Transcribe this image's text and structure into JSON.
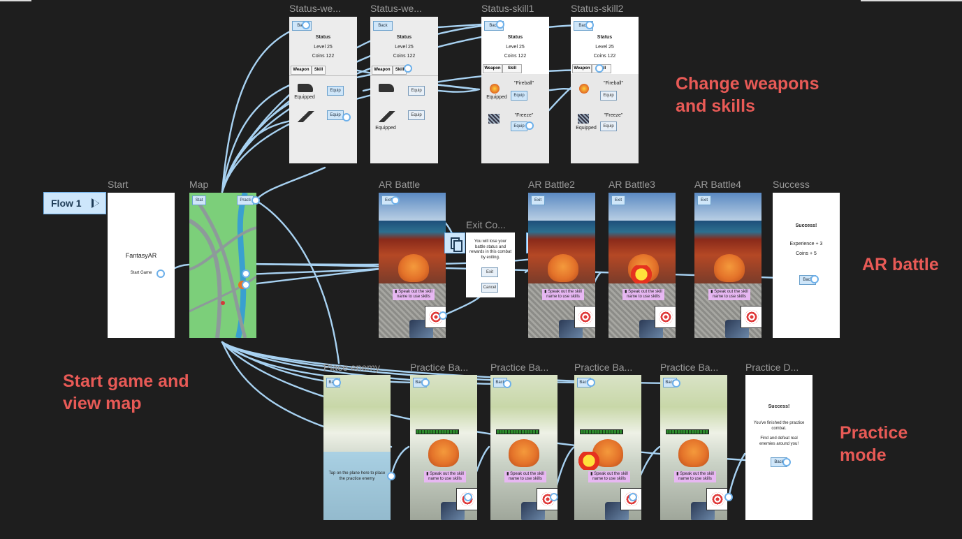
{
  "window": {
    "title": "FantasyAR prototype flow"
  },
  "flow": {
    "label": "Flow 1"
  },
  "frames": {
    "status_weapon1": {
      "label": "Status-we...",
      "btn": "Back",
      "heading": "Status",
      "level": "Level 25",
      "coins": "Coins 122",
      "tab1": "Weapon",
      "tab2": "Skill",
      "item1_caption": "Equipped",
      "item1_btn": "Equip",
      "item2_btn": "Equip"
    },
    "status_weapon2": {
      "label": "Status-we...",
      "btn": "Back",
      "heading": "Status",
      "level": "Level 25",
      "coins": "Coins 122",
      "tab1": "Weapon",
      "tab2": "Skill",
      "item1_btn": "Equip",
      "item2_btn": "Equip",
      "item2_caption": "Equipped"
    },
    "status_skill1": {
      "label": "Status-skill1",
      "btn": "Back",
      "heading": "Status",
      "level": "Level 25",
      "coins": "Coins 122",
      "tab1": "Weapon",
      "tab2": "Skill",
      "skill1_name": "\"Fireball\"",
      "skill1_caption": "Equipped",
      "skill1_btn": "Equip",
      "skill2_name": "\"Freeze\"",
      "skill2_btn": "Equip"
    },
    "status_skill2": {
      "label": "Status-skill2",
      "btn": "Back",
      "heading": "Status",
      "level": "Level 25",
      "coins": "Coins 122",
      "tab1": "Weapon",
      "tab2": "Skill",
      "skill1_name": "\"Fireball\"",
      "skill1_btn": "Equip",
      "skill2_name": "\"Freeze\"",
      "skill2_caption": "Equipped",
      "skill2_btn": "Equip"
    },
    "start": {
      "label": "Start",
      "title": "FantasyAR",
      "btn": "Start Game"
    },
    "map": {
      "label": "Map",
      "btn_left": "Stat",
      "btn_right": "Practi"
    },
    "ar_battle": {
      "label": "AR Battle",
      "exit": "Exit",
      "speech": "Speak out the skill name to use skills"
    },
    "exit_confirm": {
      "label": "Exit Co...",
      "text": "You will lose your battle status and rewards in this combat by exiting.",
      "btn1": "Exit",
      "btn2": "Cancel"
    },
    "ar_battle2": {
      "label": "AR Battle2",
      "exit": "Exit",
      "speech": "Speak out the skill name to use skills"
    },
    "ar_battle3": {
      "label": "AR Battle3",
      "exit": "Exit",
      "speech": "Speak out the skill name to use skills"
    },
    "ar_battle4": {
      "label": "AR Battle4",
      "exit": "Exit",
      "speech": "Speak out the skill name to use skills"
    },
    "success": {
      "label": "Success",
      "heading": "Success!",
      "line1": "Experience + 3",
      "line2": "Coins + 5",
      "btn": "Back"
    },
    "place_enemy": {
      "label": "Place enemy",
      "btn": "Back",
      "text": "Tap on the plane here to place the practice enemy"
    },
    "practice1": {
      "label": "Practice Ba...",
      "btn": "Back",
      "speech": "Speak out the skill name to use skills"
    },
    "practice2": {
      "label": "Practice Ba...",
      "btn": "Back",
      "speech": "Speak out the skill name to use skills"
    },
    "practice3": {
      "label": "Practice Ba...",
      "btn": "Back",
      "speech": "Speak out the skill name to use skills"
    },
    "practice4": {
      "label": "Practice Ba...",
      "btn": "Back",
      "speech": "Speak out the skill name to use skills"
    },
    "practice_done": {
      "label": "Practice D...",
      "heading": "Success!",
      "line1": "You've finished the practice combat.",
      "line2": "Find and defeat real enemies around you!",
      "btn": "Back"
    }
  },
  "callouts": {
    "weapons": "Change weapons and skills",
    "ar": "AR battle",
    "start": "Start game and view map",
    "practice": "Practice mode"
  },
  "colors": {
    "canvas": "#1e1e1e",
    "connector": "#a8d2f2",
    "callout": "#e85a56",
    "frame_label": "#9a9a9a"
  },
  "icons": [
    "play-icon",
    "copy-icon",
    "close-icon",
    "mic-icon",
    "target-icon",
    "gun-icon",
    "dragon-icon",
    "explosion-icon",
    "fireball-icon",
    "freeze-icon",
    "pistol-icon",
    "rifle-icon"
  ]
}
